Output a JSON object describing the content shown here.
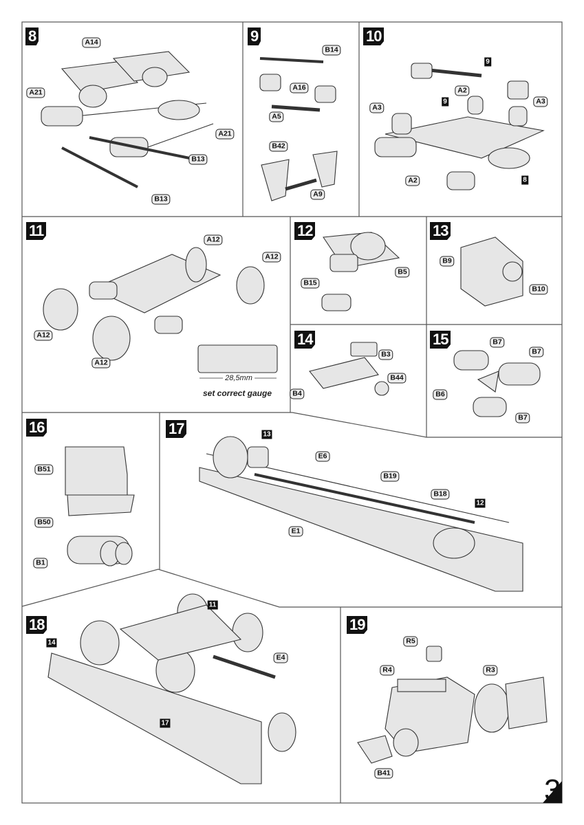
{
  "page_number": "3",
  "steps": [
    {
      "number": "8",
      "labels": [
        "A14",
        "A21",
        "A21",
        "B13",
        "B13"
      ]
    },
    {
      "number": "9",
      "labels": [
        "B14",
        "A16",
        "A5",
        "B42",
        "A9"
      ]
    },
    {
      "number": "10",
      "labels": [
        "A2",
        "A3",
        "A3",
        "A2"
      ],
      "refs": [
        "9",
        "9",
        "8"
      ]
    },
    {
      "number": "11",
      "labels": [
        "A12",
        "A12",
        "A12",
        "A12"
      ],
      "gauge_value": "28,5mm",
      "gauge_note": "set correct gauge"
    },
    {
      "number": "12",
      "labels": [
        "B15",
        "B5"
      ]
    },
    {
      "number": "13",
      "labels": [
        "B9",
        "B10"
      ]
    },
    {
      "number": "14",
      "labels": [
        "B3",
        "B44",
        "B4"
      ]
    },
    {
      "number": "15",
      "labels": [
        "B7",
        "B7",
        "B6",
        "B7"
      ]
    },
    {
      "number": "16",
      "labels": [
        "B51",
        "B50",
        "B1"
      ]
    },
    {
      "number": "17",
      "labels": [
        "E6",
        "B19",
        "B18",
        "E1"
      ],
      "refs": [
        "13",
        "12"
      ]
    },
    {
      "number": "18",
      "labels": [
        "E4"
      ],
      "refs": [
        "11",
        "14",
        "17"
      ]
    },
    {
      "number": "19",
      "labels": [
        "R5",
        "R4",
        "R3",
        "B41"
      ]
    }
  ]
}
